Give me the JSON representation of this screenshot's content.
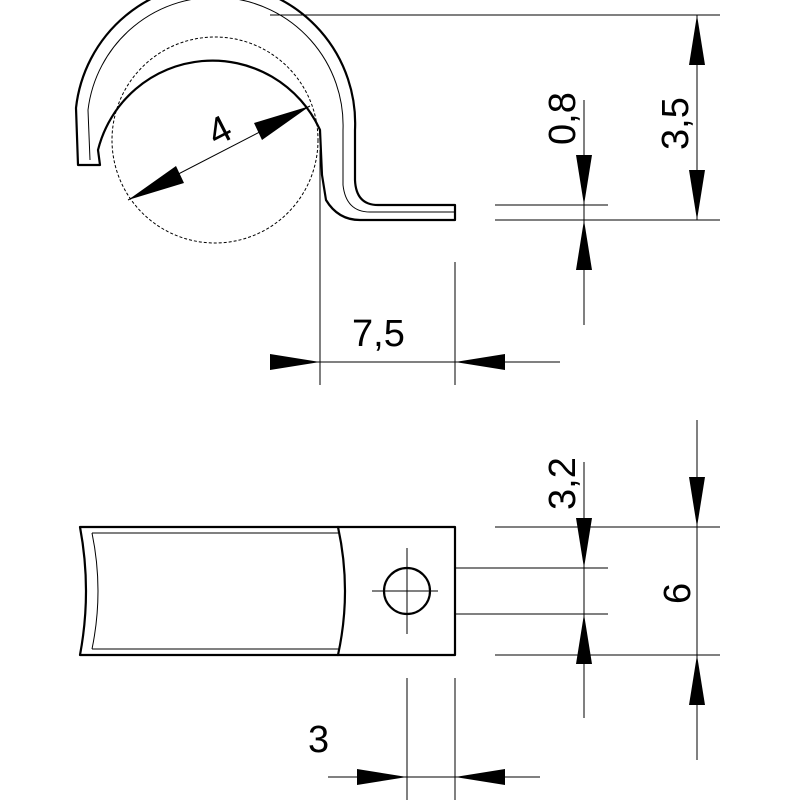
{
  "drawing": {
    "line_color": "#000000",
    "background": "#ffffff",
    "dimensions": {
      "diameter": "4",
      "thickness": "0,8",
      "height": "3,5",
      "foot_length": "7,5",
      "hole_diameter": "3,2",
      "width": "6",
      "hole_offset": "3"
    }
  }
}
